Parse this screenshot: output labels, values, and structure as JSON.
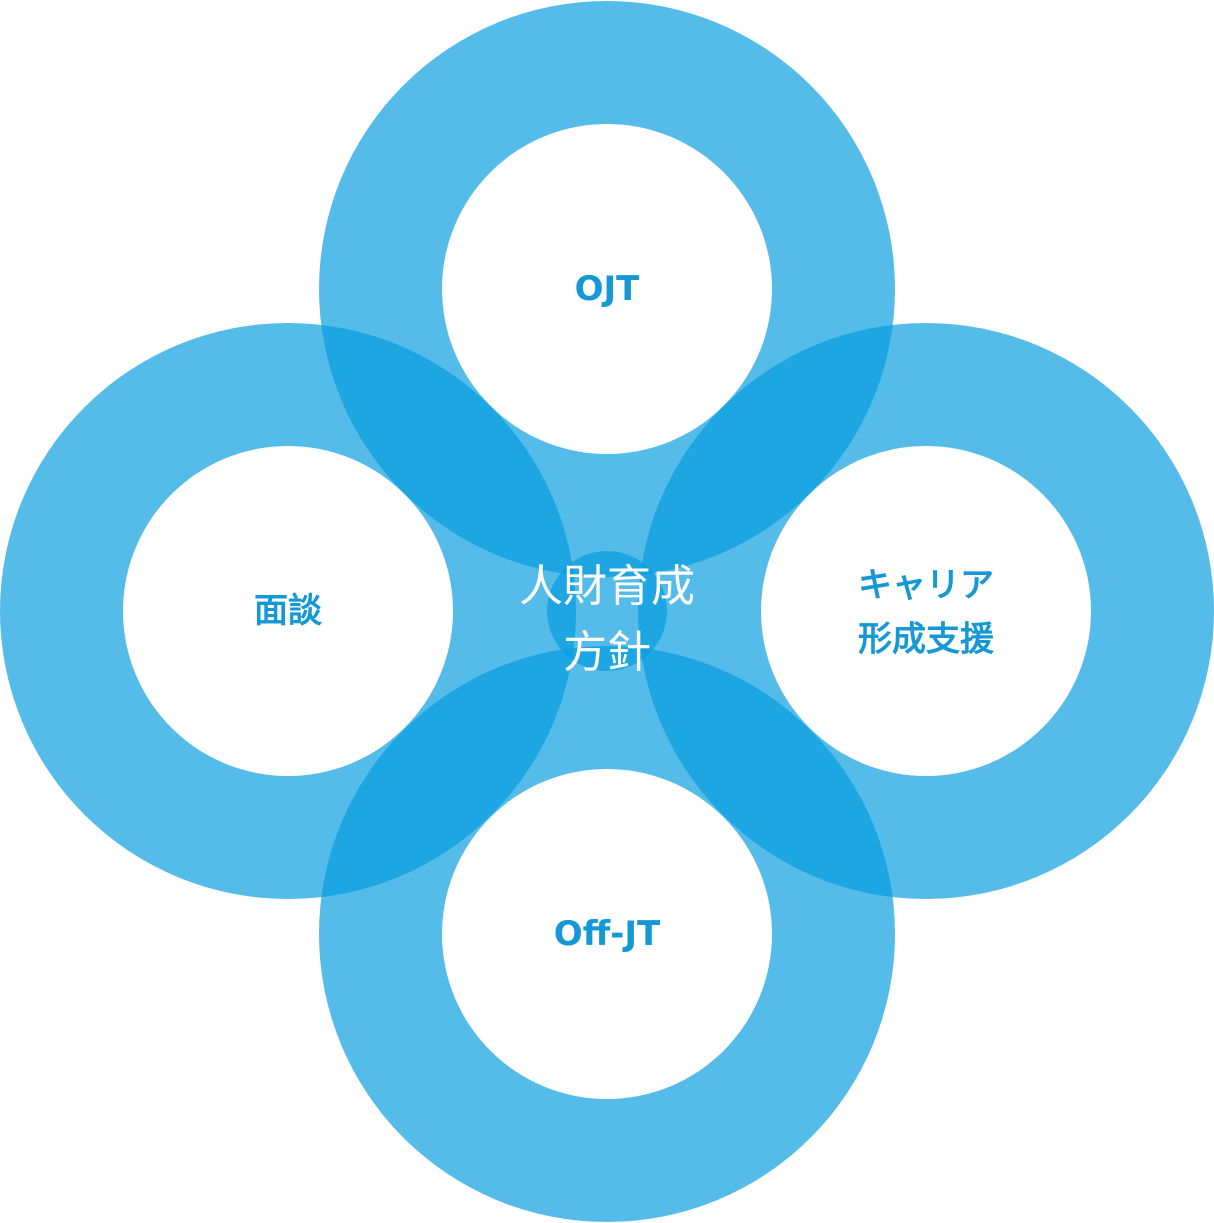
{
  "center": {
    "line1": "人財育成",
    "line2": "方針"
  },
  "nodes": {
    "top": {
      "label": "OJT"
    },
    "left": {
      "label": "面談"
    },
    "right": {
      "line1": "キャリア",
      "line2": "形成支援"
    },
    "bottom": {
      "label": "Off-JT"
    }
  },
  "colors": {
    "ring": "rgba(5,156,224,0.68)",
    "label": "#1598d6",
    "center_text": "#ffffff"
  }
}
